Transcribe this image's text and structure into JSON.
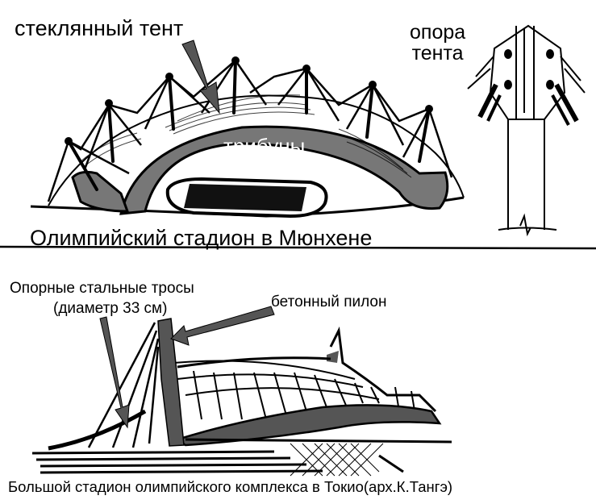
{
  "munich": {
    "glass_tent_label": "стеклянный тент",
    "tent_support_label_line1": "опора",
    "tent_support_label_line2": "тента",
    "stands_label": "трибуны",
    "caption": "Олимпийский стадион в Мюнхене"
  },
  "tokyo": {
    "cables_label_line1": "Опорные стальные тросы",
    "cables_label_line2": "(диаметр 33 см)",
    "pylon_label": "бетонный пилон",
    "caption": "Большой стадион олимпийского комплекса в Токио(арх.К.Тангэ)"
  },
  "colors": {
    "ink": "#000000",
    "stands_fill": "#777777",
    "arrow_fill": "#555555",
    "paper": "#ffffff"
  }
}
